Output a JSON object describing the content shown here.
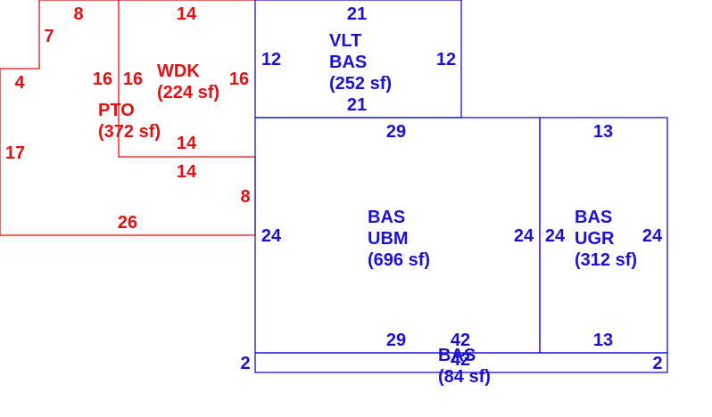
{
  "colors": {
    "red": "#e01010",
    "blue": "#1c10d0",
    "background": "#ffffff"
  },
  "areas": [
    {
      "code": "VLT",
      "type": "BAS",
      "area": "(252 sf)",
      "color": "blue"
    },
    {
      "code": "WDK",
      "type": "",
      "area": "(224 sf)",
      "color": "red"
    },
    {
      "code": "PTO",
      "type": "",
      "area": "(372 sf)",
      "color": "red"
    },
    {
      "code": "BAS",
      "type": "UBM",
      "area": "(696 sf)",
      "color": "blue"
    },
    {
      "code": "BAS",
      "type": "UGR",
      "area": "(312 sf)",
      "color": "blue"
    },
    {
      "code": "BAS",
      "type": "",
      "area": "(84 sf)",
      "color": "blue"
    }
  ],
  "dimensions": {
    "pto_top": "8",
    "pto_left_step": "7",
    "pto_upper_left": "4",
    "pto_left": "17",
    "pto_bottom": "26",
    "pto_right_lower": "8",
    "pto_inner_top": "14",
    "wdk_top": "14",
    "wdk_left": "16",
    "wdk_left_inner": "16",
    "wdk_right": "16",
    "wdk_bottom": "14",
    "vlt_top": "21",
    "vlt_left": "12",
    "vlt_right": "12",
    "vlt_bottom": "21",
    "ubm_top": "29",
    "ubm_left": "24",
    "ubm_right": "24",
    "ubm_bottom": "29",
    "ugr_top": "13",
    "ugr_left": "24",
    "ugr_right": "24",
    "ugr_bottom": "13",
    "strip_top": "42",
    "strip_bottom": "42",
    "strip_left": "2",
    "strip_right": "2"
  }
}
